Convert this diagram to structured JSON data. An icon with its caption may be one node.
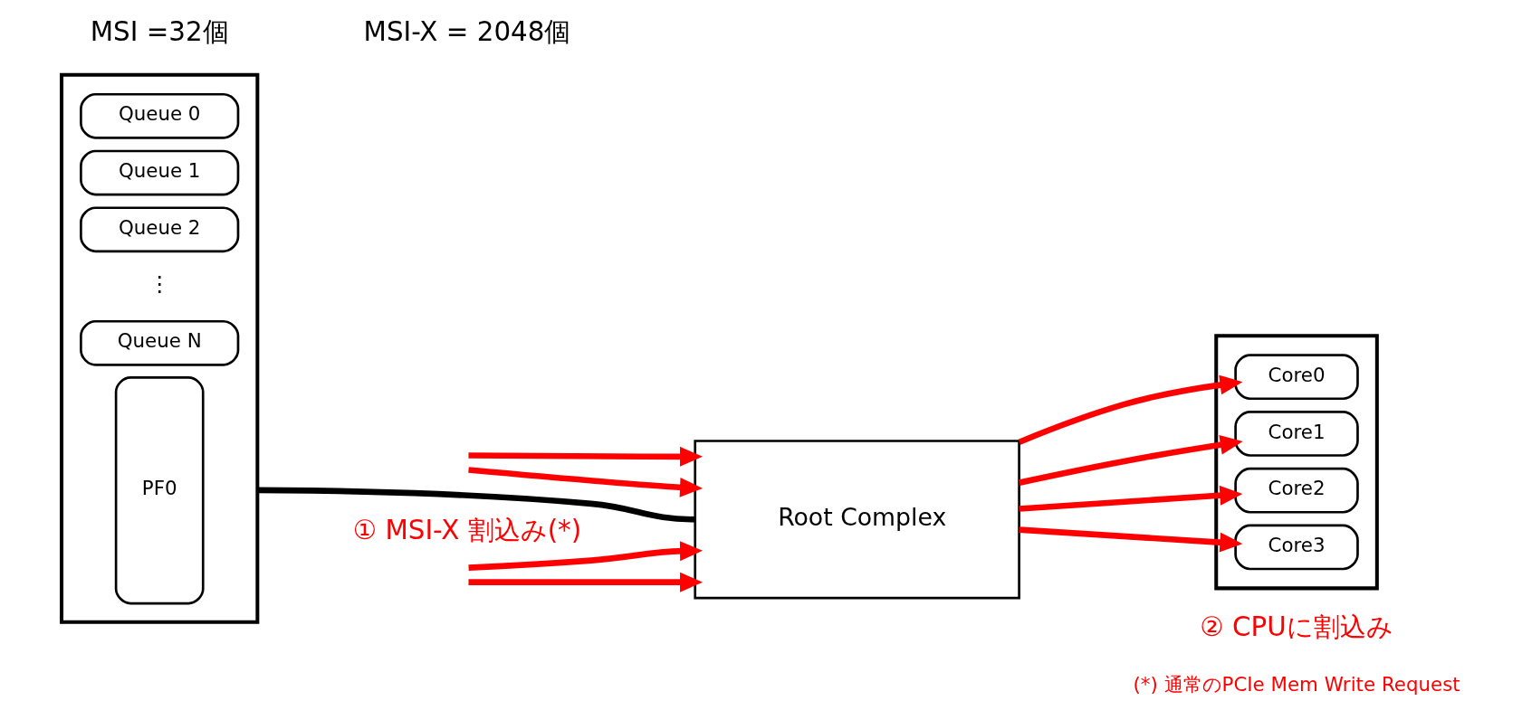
{
  "diagram": {
    "nodes": [
      {
        "text": [],
        "shape": "box"
      },
      {
        "text": [
          "Queue 0"
        ],
        "in": 0
      },
      {
        "text": [
          "Queue 1"
        ],
        "in": 0
      },
      {
        "text": [
          "Queue 2"
        ],
        "in": 0
      },
      {
        "text": [
          "Queue N"
        ],
        "in": 0
      },
      {
        "text": [
          "PF0"
        ],
        "in": 0
      },
      {
        "text": [
          "Root Complex"
        ]
      },
      {
        "text": [],
        "shape": "box"
      },
      {
        "text": [
          "Core0"
        ],
        "in": 7
      },
      {
        "text": [
          "Core1"
        ],
        "in": 7
      },
      {
        "text": [
          "Core2"
        ],
        "in": 7
      },
      {
        "text": [
          "Core3"
        ],
        "in": 7
      }
    ],
    "edges": [
      {
        "from": 0,
        "to": 6,
        "arrow": "none",
        "color": "#000000"
      },
      {
        "from": null,
        "to": 6,
        "arrow": "to"
      },
      {
        "from": null,
        "to": 6,
        "arrow": "to"
      },
      {
        "from": null,
        "to": 6,
        "arrow": "to"
      },
      {
        "from": null,
        "to": 6,
        "arrow": "to"
      },
      {
        "from": 6,
        "to": 10,
        "arrow": "to"
      },
      {
        "from": 6,
        "to": 8,
        "arrow": "to"
      },
      {
        "from": 6,
        "to": 11,
        "arrow": "to"
      },
      {
        "from": 6,
        "to": 9,
        "arrow": "to"
      }
    ],
    "labels": [
      "MSI =32個",
      "MSI-X = 2048個",
      "⋮",
      "① MSI-X 割込み(*)",
      "② CPUに割込み",
      "(*) 通常のPCIe Mem Write Request"
    ]
  }
}
